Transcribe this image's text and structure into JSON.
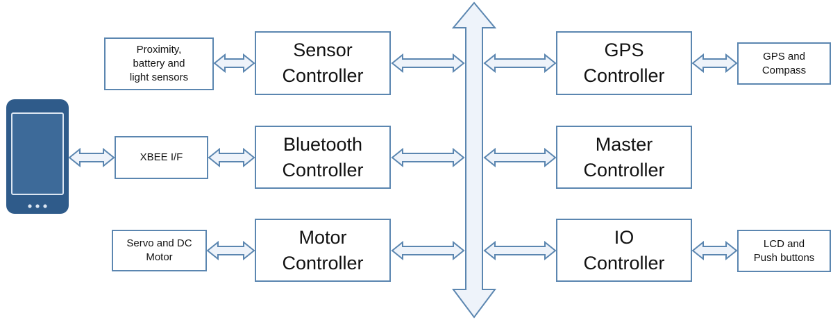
{
  "colors": {
    "stroke": "#5b86b0",
    "arrow_fill": "#eef3fa",
    "phone_body": "#2f5b8a",
    "phone_screen": "#3d6a99",
    "phone_dots": "#dce6f2"
  },
  "controllers": {
    "sensor": {
      "line1": "Sensor",
      "line2": "Controller"
    },
    "bluetooth": {
      "line1": "Bluetooth",
      "line2": "Controller"
    },
    "motor": {
      "line1": "Motor",
      "line2": "Controller"
    },
    "gps": {
      "line1": "GPS",
      "line2": "Controller"
    },
    "master": {
      "line1": "Master",
      "line2": "Controller"
    },
    "io": {
      "line1": "IO",
      "line2": "Controller"
    }
  },
  "peripherals": {
    "sensors": {
      "line1": "Proximity,",
      "line2": "battery and",
      "line3": "light sensors"
    },
    "xbee": {
      "line1": "XBEE I/F"
    },
    "servo": {
      "line1": "Servo and DC",
      "line2": "Motor"
    },
    "gps": {
      "line1": "GPS and",
      "line2": "Compass"
    },
    "lcd": {
      "line1": "LCD and",
      "line2": "Push buttons"
    }
  },
  "icons": {
    "phone": "smartphone-icon",
    "bus": "vertical-double-arrow-icon",
    "link": "horizontal-double-arrow-icon"
  }
}
